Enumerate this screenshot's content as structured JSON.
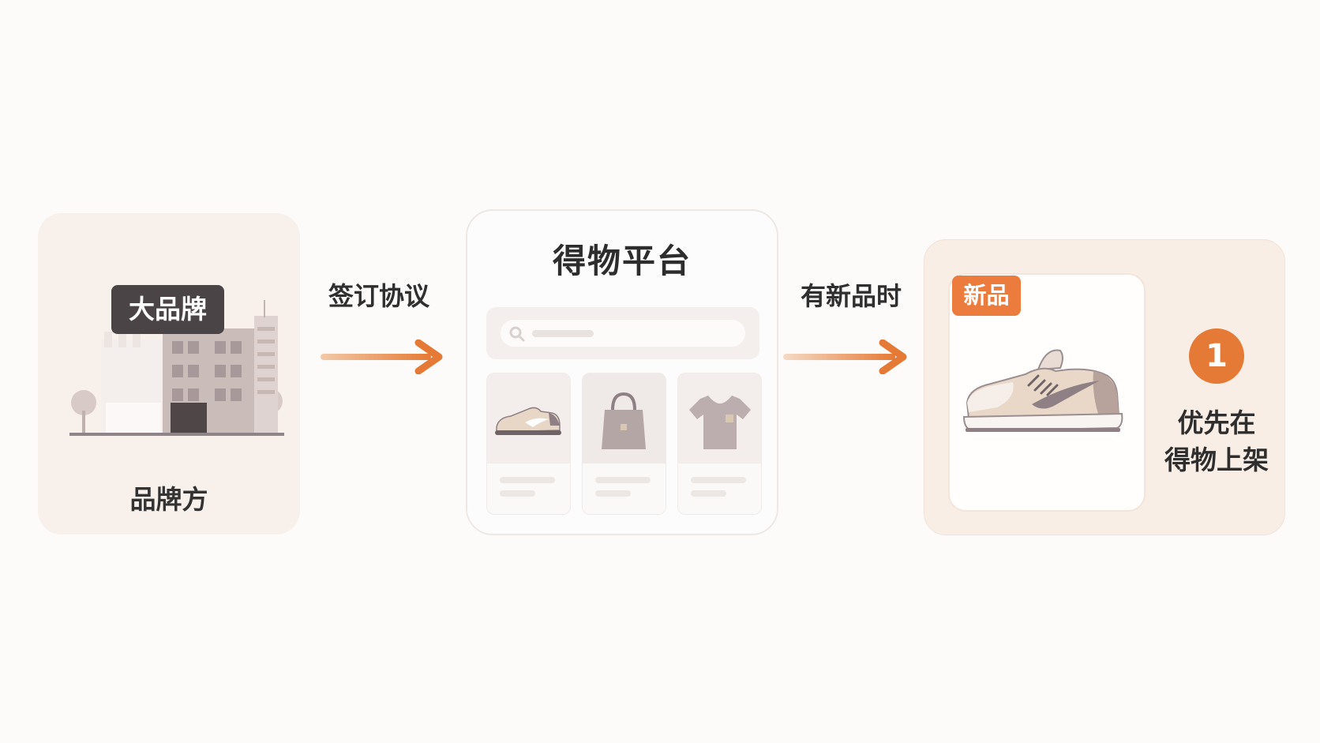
{
  "brand": {
    "tag": "大品牌",
    "label": "品牌方"
  },
  "edges": {
    "sign": "签订协议",
    "new_product": "有新品时"
  },
  "platform": {
    "title": "得物平台"
  },
  "result": {
    "tag": "新品",
    "step": "1",
    "line1": "优先在",
    "line2": "得物上架"
  },
  "colors": {
    "accent": "#e57a36",
    "tag_dark": "#4b4446",
    "card_warm": "#f8f0ea"
  },
  "icons": [
    "building-icon",
    "arrow-right-icon",
    "search-icon",
    "sneaker-icon",
    "handbag-icon",
    "tshirt-icon"
  ]
}
